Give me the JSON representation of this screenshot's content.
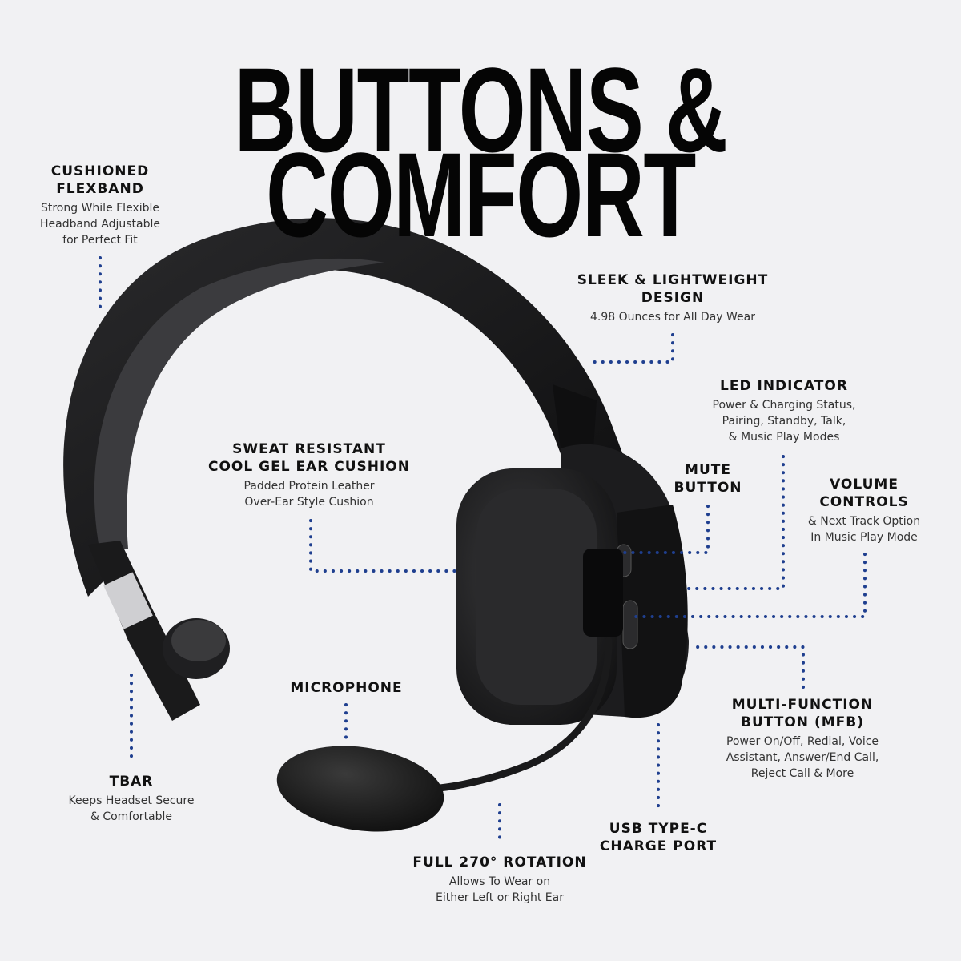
{
  "title": {
    "line1": "BUTTONS &",
    "line2": "COMFORT"
  },
  "accent_color": "#1f3f8f",
  "features": {
    "flexband": {
      "heading1": "CUSHIONED",
      "heading2": "FLEXBAND",
      "desc1": "Strong While Flexible",
      "desc2": "Headband Adjustable",
      "desc3": "for Perfect Fit"
    },
    "sleek": {
      "heading1": "SLEEK & LIGHTWEIGHT",
      "heading2": "DESIGN",
      "desc1": "4.98 Ounces for All Day Wear"
    },
    "led": {
      "heading1": "LED INDICATOR",
      "desc1": "Power & Charging Status,",
      "desc2": "Pairing, Standby, Talk,",
      "desc3": "& Music Play Modes"
    },
    "sweat": {
      "heading1": "SWEAT RESISTANT",
      "heading2": "COOL GEL EAR CUSHION",
      "desc1": "Padded Protein Leather",
      "desc2": "Over-Ear Style Cushion"
    },
    "mute": {
      "heading1": "MUTE",
      "heading2": "BUTTON"
    },
    "volume": {
      "heading1": "VOLUME",
      "heading2": "CONTROLS",
      "desc1": "& Next Track Option",
      "desc2": "In Music Play Mode"
    },
    "microphone": {
      "heading1": "MICROPHONE"
    },
    "mfb": {
      "heading1": "MULTI-FUNCTION",
      "heading2": "BUTTON (MFB)",
      "desc1": "Power On/Off, Redial, Voice",
      "desc2": "Assistant, Answer/End Call,",
      "desc3": "Reject Call & More"
    },
    "tbar": {
      "heading1": "TBAR",
      "desc1": "Keeps Headset Secure",
      "desc2": "& Comfortable"
    },
    "usb": {
      "heading1": "USB TYPE-C",
      "heading2": "CHARGE PORT"
    },
    "rotation": {
      "heading1": "FULL 270° ROTATION",
      "desc1": "Allows To Wear on",
      "desc2": "Either Left or Right Ear"
    }
  }
}
